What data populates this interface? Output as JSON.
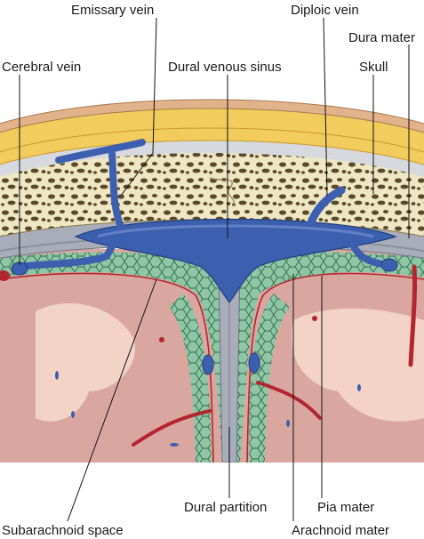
{
  "labels": {
    "emissary_vein": "Emissary vein",
    "diploic_vein": "Diploic vein",
    "dura_mater": "Dura mater",
    "cerebral_vein": "Cerebral vein",
    "dural_venous_sinus": "Dural venous sinus",
    "skull": "Skull",
    "subarachnoid_space": "Subarachnoid space",
    "dural_partition": "Dural partition",
    "pia_mater": "Pia mater",
    "arachnoid_mater": "Arachnoid mater"
  },
  "colors": {
    "scalp": "#f2cc5c",
    "skull_bone": "#efe7c4",
    "skull_spongy": "#5a4a2c",
    "dura": "#a8adb9",
    "vein_blue": "#3d5fb0",
    "subarachnoid": "#8fc6a6",
    "brain_gray": "#d9a7a0",
    "brain_white": "#f2d3c6",
    "artery_red": "#b4262f"
  }
}
